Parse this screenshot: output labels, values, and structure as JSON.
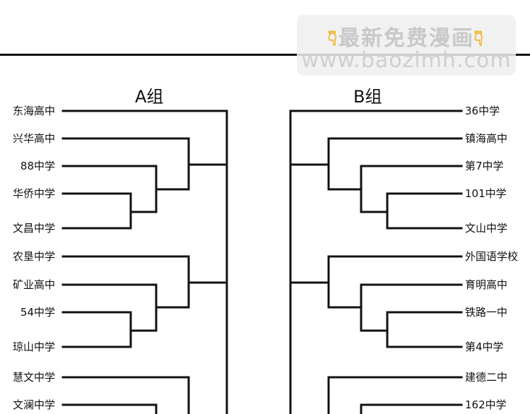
{
  "watermark": {
    "line1_icon_left": "hand-pointing-down-icon",
    "line1": "最新免费漫画",
    "line1_icon_right": "hand-pointing-down-icon",
    "line2": "www.baozimh.com"
  },
  "groups": {
    "a": {
      "title": "A组",
      "teams": [
        "东海高中",
        "兴华高中",
        "88中学",
        "华侨中学",
        "文昌中学",
        "农垦中学",
        "矿业高中",
        "54中学",
        "琼山中学",
        "慧文中学",
        "文澜中学"
      ]
    },
    "b": {
      "title": "B组",
      "teams": [
        "36中学",
        "镇海高中",
        "第7中学",
        "101中学",
        "文山中学",
        "外国语学校",
        "育明高中",
        "铁路一中",
        "第4中学",
        "建德二中",
        "162中学"
      ]
    }
  },
  "colors": {
    "line": "#111111",
    "text": "#111111",
    "watermark_bg": "#eeeeee",
    "watermark_text": "#c8c8c8",
    "hand": "#f2b632"
  }
}
